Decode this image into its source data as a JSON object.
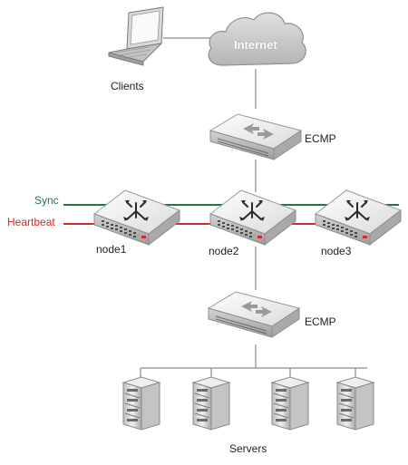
{
  "labels": {
    "internet": "Internet",
    "clients": "Clients",
    "ecmp_top": "ECMP",
    "sync": "Sync",
    "heartbeat": "Heartbeat",
    "node1": "node1",
    "node2": "node2",
    "node3": "node3",
    "ecmp_bottom": "ECMP",
    "servers": "Servers"
  },
  "colors": {
    "sync_line": "#1e7a3c",
    "heartbeat_line": "#d42a2a",
    "link_line": "#8a8a8a",
    "device_top": "#f2f2f2",
    "device_side": "#b8b8b8",
    "cloud": "#c9c9c9"
  }
}
